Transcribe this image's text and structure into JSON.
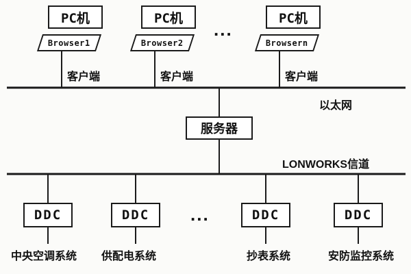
{
  "diagram": {
    "pcs": [
      {
        "label": "PC机",
        "browser": "Browser1",
        "client": "客户端"
      },
      {
        "label": "PC机",
        "browser": "Browser2",
        "client": "客户端"
      },
      {
        "label": "PC机",
        "browser": "Browsern",
        "client": "客户端"
      }
    ],
    "ellipsis_top": "...",
    "ethernet": {
      "label": "以太网"
    },
    "server": {
      "label": "服务器"
    },
    "lonworks": {
      "label": "LONWORKS信道"
    },
    "ddcs": [
      {
        "label": "DDC",
        "system": "中央空调系统"
      },
      {
        "label": "DDC",
        "system": "供配电系统"
      },
      {
        "label": "DDC",
        "system": "抄表系统"
      },
      {
        "label": "DDC",
        "system": "安防监控系统"
      }
    ],
    "ellipsis_bottom": "...",
    "colors": {
      "line": "#1a1a1a",
      "background": "#fbfbf9",
      "text": "#111111"
    }
  }
}
